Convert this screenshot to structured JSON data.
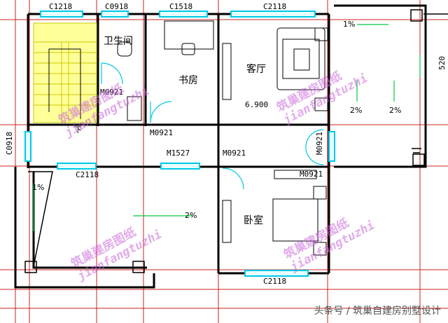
{
  "labels": {
    "c1218": "C1218",
    "c0918_top": "C0918",
    "c1518": "C1518",
    "c2118_top": "C2118",
    "c2118_mid": "C2118",
    "c2118_bottom": "C2118",
    "c0918_side": "C0918",
    "m0921_bath": "M0921",
    "m0921_study": "M0921",
    "m0921_bed": "M0921",
    "m0921_right": "M0921",
    "m1527": "M1527",
    "elevation": "6.900",
    "stair_down": "下",
    "dim_right": "520",
    "tv_wall": "M0921"
  },
  "rooms": {
    "bathroom": "卫生间",
    "study": "书房",
    "living": "客厅",
    "bedroom": "卧室"
  },
  "slopes": {
    "top_right": "1%",
    "left": "1%",
    "terrace_a": "2%",
    "terrace_b": "2%",
    "center": "2%"
  },
  "watermark": {
    "cn": "筑巢建房图纸",
    "en": "jianfangtuzhi"
  },
  "credit": "头条号 / 筑巢自建房别墅设计",
  "colors": {
    "wall": "#000000",
    "axis": "#cc2222",
    "window": "#00c8e6",
    "stair": "#ffff66",
    "watermark": "#cc66dd",
    "door": "#00c8e6"
  }
}
